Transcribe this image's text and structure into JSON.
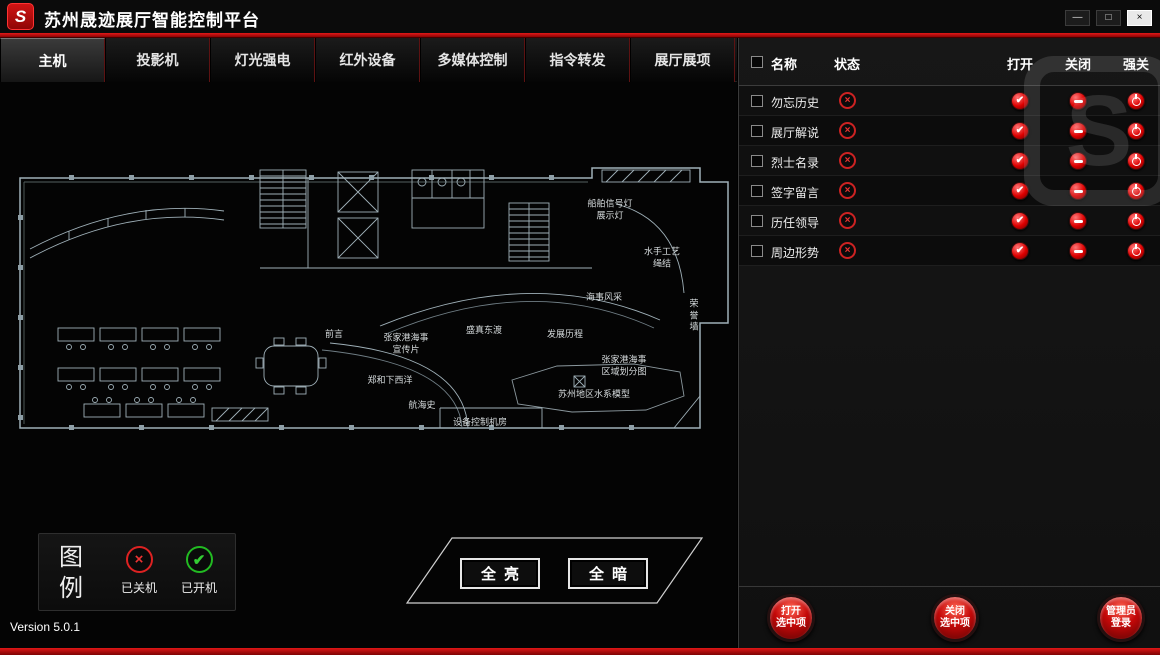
{
  "window": {
    "title": "苏州晟迹展厅智能控制平台",
    "logo_text": "S",
    "version": "Version 5.0.1",
    "controls": {
      "minimize": "—",
      "maximize": "□",
      "close": "×"
    }
  },
  "tabs": [
    {
      "label": "主机",
      "active": true
    },
    {
      "label": "投影机"
    },
    {
      "label": "灯光强电"
    },
    {
      "label": "红外设备"
    },
    {
      "label": "多媒体控制"
    },
    {
      "label": "指令转发"
    },
    {
      "label": "展厅展项"
    }
  ],
  "floorplan": {
    "labels": [
      {
        "text": "船舶信号灯\n展示灯"
      },
      {
        "text": "水手工艺\n绳结"
      },
      {
        "text": "海事风采"
      },
      {
        "text": "荣\n誉\n墙"
      },
      {
        "text": "前言"
      },
      {
        "text": "张家港海事\n宣传片"
      },
      {
        "text": "盛真东渡"
      },
      {
        "text": "发展历程"
      },
      {
        "text": "郑和下西洋"
      },
      {
        "text": "张家港海事\n区域划分图"
      },
      {
        "text": "苏州地区水系模型"
      },
      {
        "text": "航海史"
      },
      {
        "text": "设备控制机房"
      }
    ]
  },
  "legend": {
    "title": "图\n例",
    "off_label": "已关机",
    "on_label": "已开机",
    "off_glyph": "×",
    "on_glyph": "✔"
  },
  "lighting": {
    "all_on": "全亮",
    "all_off": "全暗"
  },
  "device_table": {
    "columns": {
      "name": "名称",
      "status": "状态",
      "open": "打开",
      "close": "关闭",
      "force": "强关"
    },
    "status_glyph": "×",
    "open_glyph": "✔",
    "rows": [
      {
        "name": "勿忘历史",
        "status": "已关机"
      },
      {
        "name": "展厅解说",
        "status": "已关机"
      },
      {
        "name": "烈士名录",
        "status": "已关机"
      },
      {
        "name": "签字留言",
        "status": "已关机"
      },
      {
        "name": "历任领导",
        "status": "已关机"
      },
      {
        "name": "周边形势",
        "status": "已关机"
      }
    ]
  },
  "actions": {
    "open_selected": "打开\n选中项",
    "close_selected": "关闭\n选中项",
    "admin_login": "管理员\n登录"
  },
  "colors": {
    "accent_red": "#c40808",
    "status_off": "#d22",
    "status_on": "#2b2"
  },
  "watermark_text": "S"
}
